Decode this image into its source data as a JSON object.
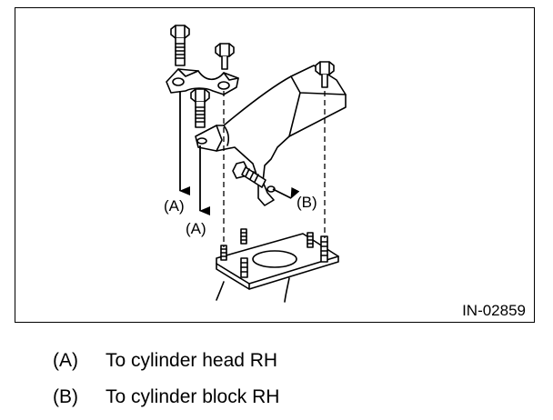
{
  "figure": {
    "code": "IN-02859",
    "callouts": {
      "a_upper": "(A)",
      "a_lower": "(A)",
      "b": "(B)"
    }
  },
  "legend": [
    {
      "key": "(A)",
      "text": "To cylinder head RH"
    },
    {
      "key": "(B)",
      "text": "To cylinder block RH"
    }
  ]
}
